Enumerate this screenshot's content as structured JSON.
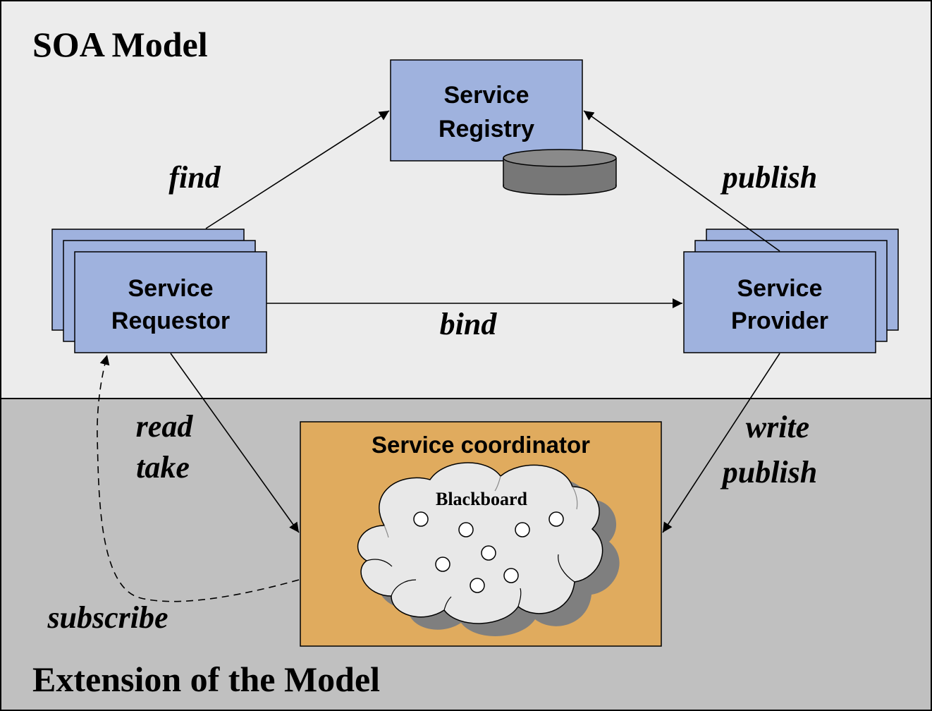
{
  "sections": {
    "top_title": "SOA Model",
    "bottom_title": "Extension of the Model"
  },
  "nodes": {
    "registry": {
      "line1": "Service",
      "line2": "Registry"
    },
    "requestor": {
      "line1": "Service",
      "line2": "Requestor"
    },
    "provider": {
      "line1": "Service",
      "line2": "Provider"
    },
    "coordinator": {
      "title": "Service coordinator",
      "blackboard": "Blackboard"
    }
  },
  "edges": {
    "find": "find",
    "publish_top": "publish",
    "bind": "bind",
    "read": "read",
    "take": "take",
    "write": "write",
    "publish_bottom": "publish",
    "subscribe": "subscribe"
  },
  "colors": {
    "top_band": "#ececec",
    "bottom_band": "#c0c0c0",
    "box_fill": "#9fb2de",
    "coordinator_fill": "#e0ab5e",
    "cylinder_fill": "#777777",
    "cloud_fill": "#e8e8e8",
    "cloud_shadow": "#7f7f7f"
  },
  "icons": {
    "database": "cylinder-icon",
    "blackboard": "cloud-icon"
  }
}
